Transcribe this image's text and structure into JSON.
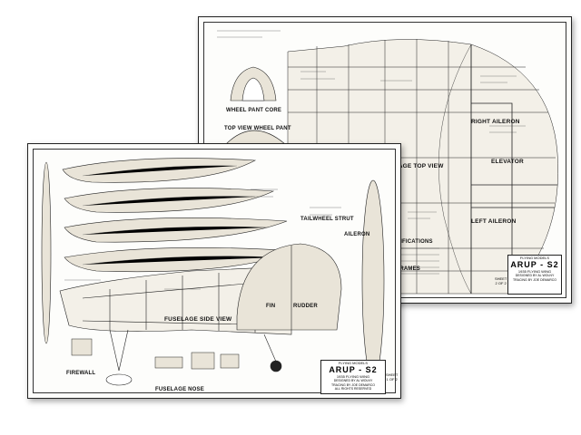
{
  "back_sheet": {
    "labels": {
      "wheel_pant_core": "WHEEL PANT CORE",
      "top_view_wheel_pant": "TOP VIEW WHEEL PANT",
      "wing_fuselage_top_view": "WING & FUSELAGE TOP VIEW",
      "right_aileron": "RIGHT AILERON",
      "elevator": "ELEVATOR",
      "left_aileron": "LEFT AILERON",
      "specifications": "SPECIFICATIONS",
      "fuselage_frames": "RT. FRAMES"
    },
    "title_block": {
      "magazine": "FLYING MODELS",
      "title": "ARUP - S2",
      "subtitle": "1935 FLYING WING",
      "designer": "DESIGNED BY AL WOLNY",
      "tracer": "TRACING BY JOE DEMARCO"
    },
    "sheet_number": [
      "SHEET",
      "2 OF 2"
    ]
  },
  "front_sheet": {
    "labels": {
      "fin": "FIN",
      "rudder": "RUDDER",
      "fuselage_side_view": "FUSELAGE SIDE VIEW",
      "aileron": "AILERON",
      "firewall": "FIREWALL",
      "fuselage_nose": "FUSELAGE NOSE",
      "tailwheel_strut": "TAILWHEEL STRUT"
    },
    "title_block": {
      "magazine": "FLYING MODELS",
      "title": "ARUP - S2",
      "subtitle": "1935 FLYING WING",
      "designer": "DESIGNED BY AL WOLNY",
      "tracer": "TRACING BY JOE DEMARCO",
      "rights": "ALL RIGHTS RESERVED"
    },
    "sheet_number": [
      "SHEET",
      "1 OF 2"
    ]
  },
  "colors": {
    "ink": "#111111",
    "paper": "#fdfdfb",
    "wood": "#e9e4d8"
  }
}
